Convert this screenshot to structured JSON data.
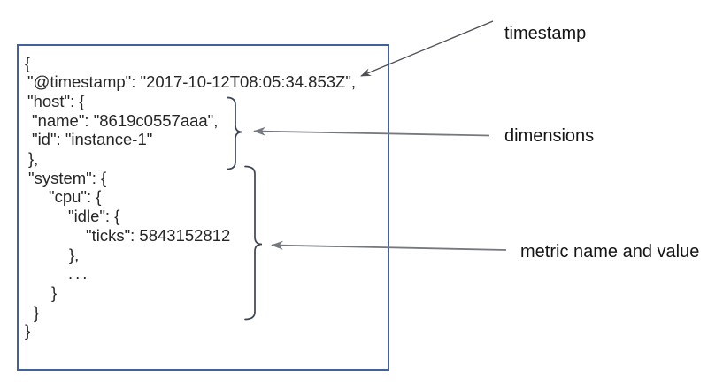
{
  "document_box": {
    "lines": [
      "{",
      "\"@timestamp\": \"2017-10-12T08:05:34.853Z\",",
      "\"host\": {",
      "\"name\": \"8619c0557aaa\",",
      "\"id\": \"instance-1\"",
      "},",
      "\"system\": {",
      "\"cpu\": {",
      "\"idle\": {",
      "\"ticks\": 5843152812",
      "},",
      "...",
      "}",
      "}",
      "}"
    ]
  },
  "annotations": {
    "timestamp_label": "timestamp",
    "dimensions_label": "dimensions",
    "metric_label": "metric name and value"
  },
  "colors": {
    "box_border": "#44609c",
    "code_text": "#262626",
    "brace": "#3d4555",
    "arrow_gray": "#75787e",
    "arrow_dark": "#4d4f54",
    "label_text": "#141414"
  }
}
